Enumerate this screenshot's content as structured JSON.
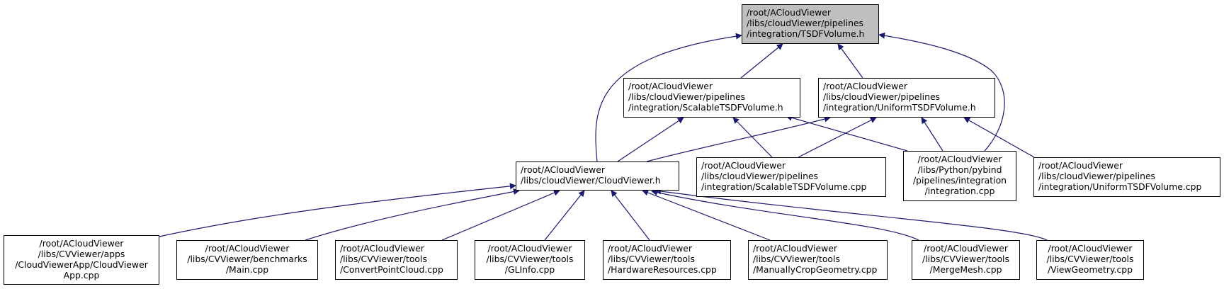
{
  "diagram": {
    "title": "Include dependency graph (included-by) for TSDFVolume.h",
    "edge_color": "#191970",
    "root_fill": "#bfbfbf",
    "nodes": [
      {
        "id": "tsdf_h",
        "lines": [
          "/root/ACloudViewer",
          "/libs/cloudViewer/pipelines",
          "/integration/TSDFVolume.h"
        ],
        "root": true
      },
      {
        "id": "scalable_h",
        "lines": [
          "/root/ACloudViewer",
          "/libs/cloudViewer/pipelines",
          "/integration/ScalableTSDFVolume.h"
        ]
      },
      {
        "id": "uniform_h",
        "lines": [
          "/root/ACloudViewer",
          "/libs/cloudViewer/pipelines",
          "/integration/UniformTSDFVolume.h"
        ]
      },
      {
        "id": "cloudviewer_h",
        "lines": [
          "/root/ACloudViewer",
          "/libs/cloudViewer/CloudViewer.h"
        ]
      },
      {
        "id": "scalable_cpp",
        "lines": [
          "/root/ACloudViewer",
          "/libs/cloudViewer/pipelines",
          "/integration/ScalableTSDFVolume.cpp"
        ]
      },
      {
        "id": "integration_cpp",
        "lines": [
          "/root/ACloudViewer",
          "/libs/Python/pybind",
          "/pipelines/integration",
          "/integration.cpp"
        ],
        "center": true
      },
      {
        "id": "uniform_cpp",
        "lines": [
          "/root/ACloudViewer",
          "/libs/cloudViewer/pipelines",
          "/integration/UniformTSDFVolume.cpp"
        ]
      },
      {
        "id": "app_cpp",
        "lines": [
          "/root/ACloudViewer",
          "/libs/CVViewer/apps",
          "/CloudViewerApp/CloudViewer",
          "App.cpp"
        ],
        "center": true
      },
      {
        "id": "main_cpp",
        "lines": [
          "/root/ACloudViewer",
          "/libs/CVViewer/benchmarks",
          "/Main.cpp"
        ],
        "center": true
      },
      {
        "id": "convert_cpp",
        "lines": [
          "/root/ACloudViewer",
          "/libs/CVViewer/tools",
          "/ConvertPointCloud.cpp"
        ]
      },
      {
        "id": "glinfo_cpp",
        "lines": [
          "/root/ACloudViewer",
          "/libs/CVViewer/tools",
          "/GLInfo.cpp"
        ],
        "center": true
      },
      {
        "id": "hardware_cpp",
        "lines": [
          "/root/ACloudViewer",
          "/libs/CVViewer/tools",
          "/HardwareResources.cpp"
        ]
      },
      {
        "id": "crop_cpp",
        "lines": [
          "/root/ACloudViewer",
          "/libs/CVViewer/tools",
          "/ManuallyCropGeometry.cpp"
        ]
      },
      {
        "id": "merge_cpp",
        "lines": [
          "/root/ACloudViewer",
          "/libs/CVViewer/tools",
          "/MergeMesh.cpp"
        ],
        "center": true
      },
      {
        "id": "view_cpp",
        "lines": [
          "/root/ACloudViewer",
          "/libs/CVViewer/tools",
          "/ViewGeometry.cpp"
        ],
        "center": true
      }
    ],
    "edges": [
      {
        "from": "cloudviewer_h",
        "to": "tsdf_h"
      },
      {
        "from": "scalable_h",
        "to": "tsdf_h"
      },
      {
        "from": "uniform_h",
        "to": "tsdf_h"
      },
      {
        "from": "integration_cpp",
        "to": "tsdf_h"
      },
      {
        "from": "cloudviewer_h",
        "to": "scalable_h"
      },
      {
        "from": "scalable_cpp",
        "to": "scalable_h"
      },
      {
        "from": "integration_cpp",
        "to": "scalable_h"
      },
      {
        "from": "cloudviewer_h",
        "to": "uniform_h"
      },
      {
        "from": "scalable_cpp",
        "to": "uniform_h"
      },
      {
        "from": "integration_cpp",
        "to": "uniform_h"
      },
      {
        "from": "uniform_cpp",
        "to": "uniform_h"
      },
      {
        "from": "app_cpp",
        "to": "cloudviewer_h"
      },
      {
        "from": "main_cpp",
        "to": "cloudviewer_h"
      },
      {
        "from": "convert_cpp",
        "to": "cloudviewer_h"
      },
      {
        "from": "glinfo_cpp",
        "to": "cloudviewer_h"
      },
      {
        "from": "hardware_cpp",
        "to": "cloudviewer_h"
      },
      {
        "from": "crop_cpp",
        "to": "cloudviewer_h"
      },
      {
        "from": "merge_cpp",
        "to": "cloudviewer_h"
      },
      {
        "from": "view_cpp",
        "to": "cloudviewer_h"
      }
    ]
  }
}
